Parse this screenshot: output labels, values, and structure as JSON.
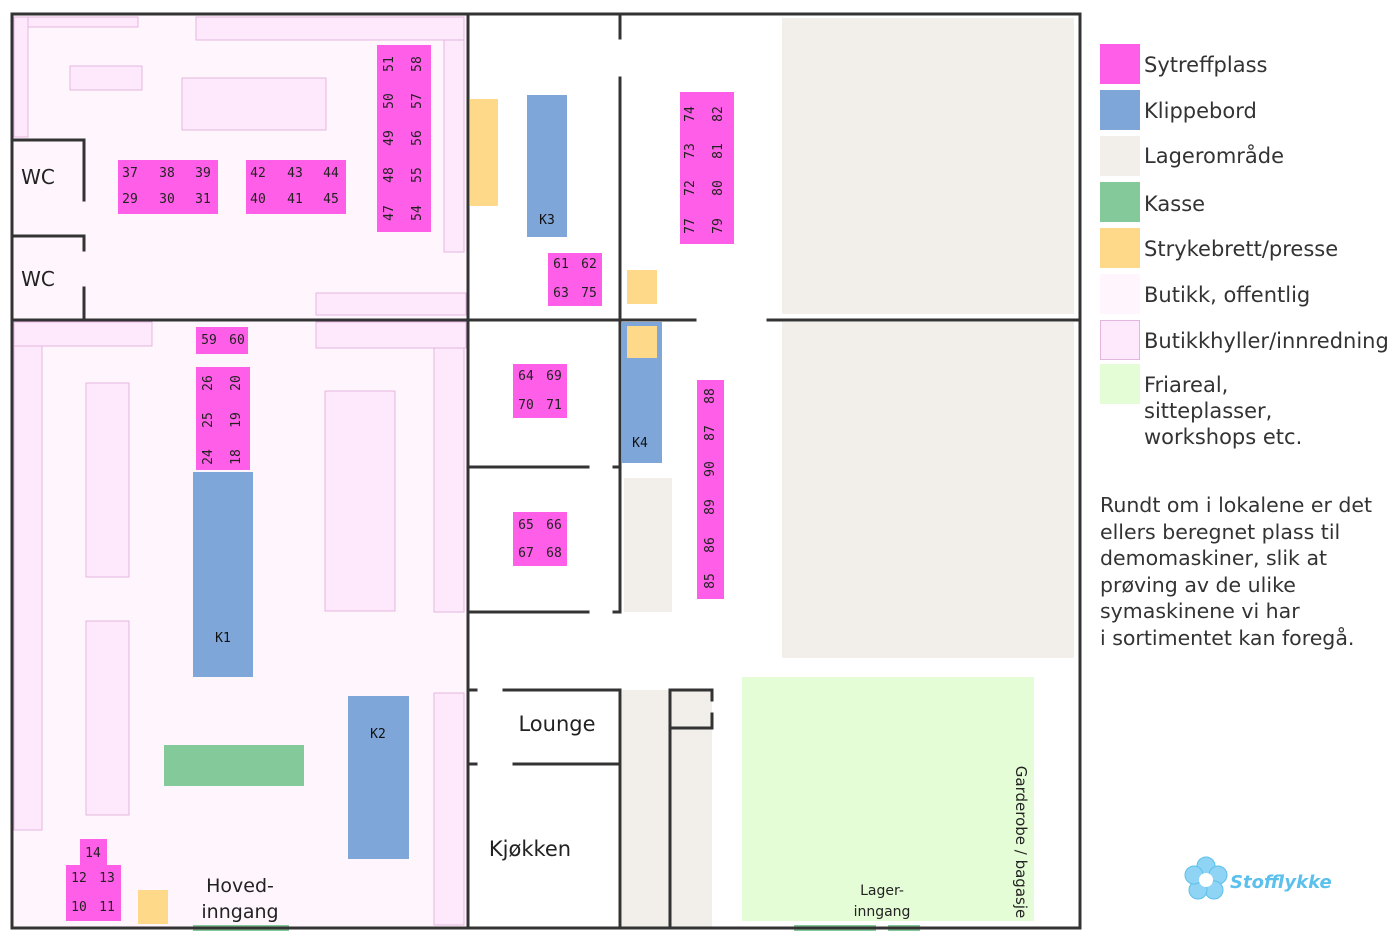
{
  "colors": {
    "sytreff": "#ff5ee8",
    "klippe": "#7ea6d8",
    "lager": "#f2eee9",
    "kasse": "#84c99a",
    "stryke": "#ffd98a",
    "butikk": "#fff6fd",
    "hylle": "#fde9fb",
    "hylle_border": "#e3b6df",
    "friareal": "#e5fdd6",
    "wall": "#333333",
    "door": "#84c99a"
  },
  "legend": [
    {
      "label": "Sytreffplass",
      "color_key": "sytreff"
    },
    {
      "label": "Klippebord",
      "color_key": "klippe"
    },
    {
      "label": "Lagerområde",
      "color_key": "lager"
    },
    {
      "label": "Kasse",
      "color_key": "kasse"
    },
    {
      "label": "Strykebrett/presse",
      "color_key": "stryke"
    },
    {
      "label": "Butikk, offentlig",
      "color_key": "butikk"
    },
    {
      "label": "Butikkhyller/innredning",
      "color_key": "hylle"
    },
    {
      "label": "Friareal,\nsitteplasser,\nworkshops etc.",
      "color_key": "friareal"
    }
  ],
  "note_lines": [
    "Rundt om i lokalene er det",
    "ellers beregnet plass til",
    "demomaskiner, slik at",
    "prøving av de ulike",
    "symaskinene vi har",
    "i sortimentet kan foregå."
  ],
  "rooms": {
    "wc1": "WC",
    "wc2": "WC",
    "lounge": "Lounge",
    "kjokken": "Kjøkken",
    "hoved_line1": "Hoved-",
    "hoved_line2": "inngang",
    "lager_line1": "Lager-",
    "lager_line2": "inngang",
    "garderobe": "Garderobe / bagasje"
  },
  "cutting_tables": [
    "K1",
    "K2",
    "K3",
    "K4"
  ],
  "seats": {
    "g1": [
      "37",
      "38",
      "39",
      "29",
      "30",
      "31"
    ],
    "g2": [
      "42",
      "43",
      "44",
      "40",
      "41",
      "45"
    ],
    "g3_left": [
      "51",
      "50",
      "49",
      "48",
      "47"
    ],
    "g3_right": [
      "58",
      "57",
      "56",
      "55",
      "54"
    ],
    "g4": [
      "59",
      "60"
    ],
    "g5_left": [
      "26",
      "25",
      "24"
    ],
    "g5_right": [
      "20",
      "19",
      "18"
    ],
    "g6": [
      "14",
      "12",
      "13",
      "10",
      "11"
    ],
    "g7": [
      "61",
      "62",
      "63",
      "75"
    ],
    "g8": [
      "64",
      "69",
      "70",
      "71"
    ],
    "g9": [
      "65",
      "66",
      "67",
      "68"
    ],
    "g10_left": [
      "74",
      "73",
      "72",
      "77"
    ],
    "g10_right": [
      "82",
      "81",
      "80",
      "79"
    ],
    "g11": [
      "88",
      "87",
      "90",
      "89",
      "86",
      "85"
    ]
  },
  "logo_text": "Stofflykke"
}
